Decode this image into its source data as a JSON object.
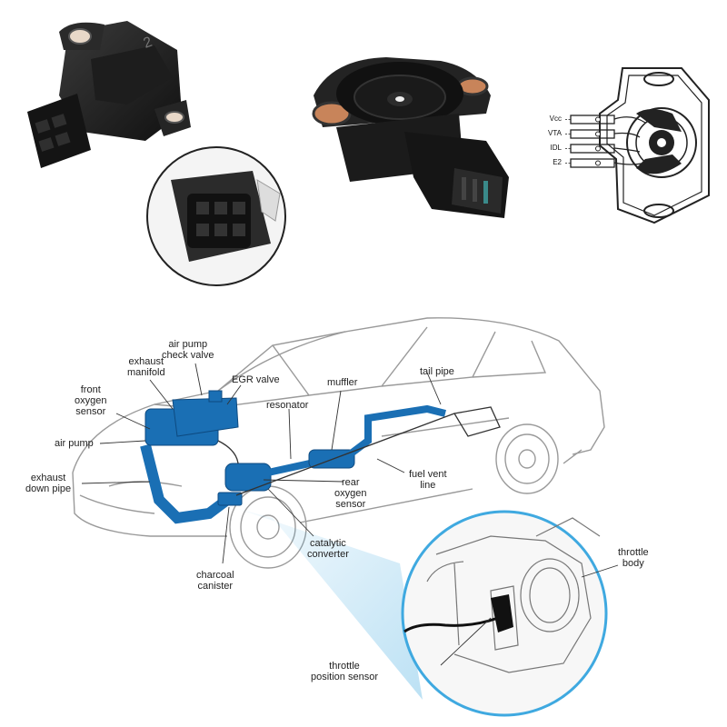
{
  "sensor_photo": {
    "part_number": "2"
  },
  "pinout": {
    "pins": [
      {
        "label": "Vcc"
      },
      {
        "label": "VTA"
      },
      {
        "label": "IDL"
      },
      {
        "label": "E2"
      }
    ]
  },
  "car_diagram": {
    "labels": {
      "air_pump_check_valve": [
        "air pump",
        "check valve"
      ],
      "exhaust_manifold": [
        "exhaust",
        "manifold"
      ],
      "front_oxygen_sensor": [
        "front",
        "oxygen",
        "sensor"
      ],
      "air_pump": [
        "air pump"
      ],
      "exhaust_down_pipe": [
        "exhaust",
        "down pipe"
      ],
      "egr_valve": [
        "EGR valve"
      ],
      "resonator": [
        "resonator"
      ],
      "muffler": [
        "muffler"
      ],
      "tail_pipe": [
        "tail pipe"
      ],
      "rear_oxygen_sensor": [
        "rear",
        "oxygen",
        "sensor"
      ],
      "fuel_vent_line": [
        "fuel vent",
        "line"
      ],
      "catalytic_converter": [
        "catalytic",
        "converter"
      ],
      "charcoal_canister": [
        "charcoal",
        "canister"
      ],
      "throttle_body": [
        "throttle",
        "body"
      ],
      "throttle_position_sensor": [
        "throttle",
        "position sensor"
      ]
    }
  },
  "colors": {
    "exhaust_blue": "#1a6fb4",
    "highlight_blue": "#3fa9e0",
    "line_gray": "#9a9a9a"
  }
}
